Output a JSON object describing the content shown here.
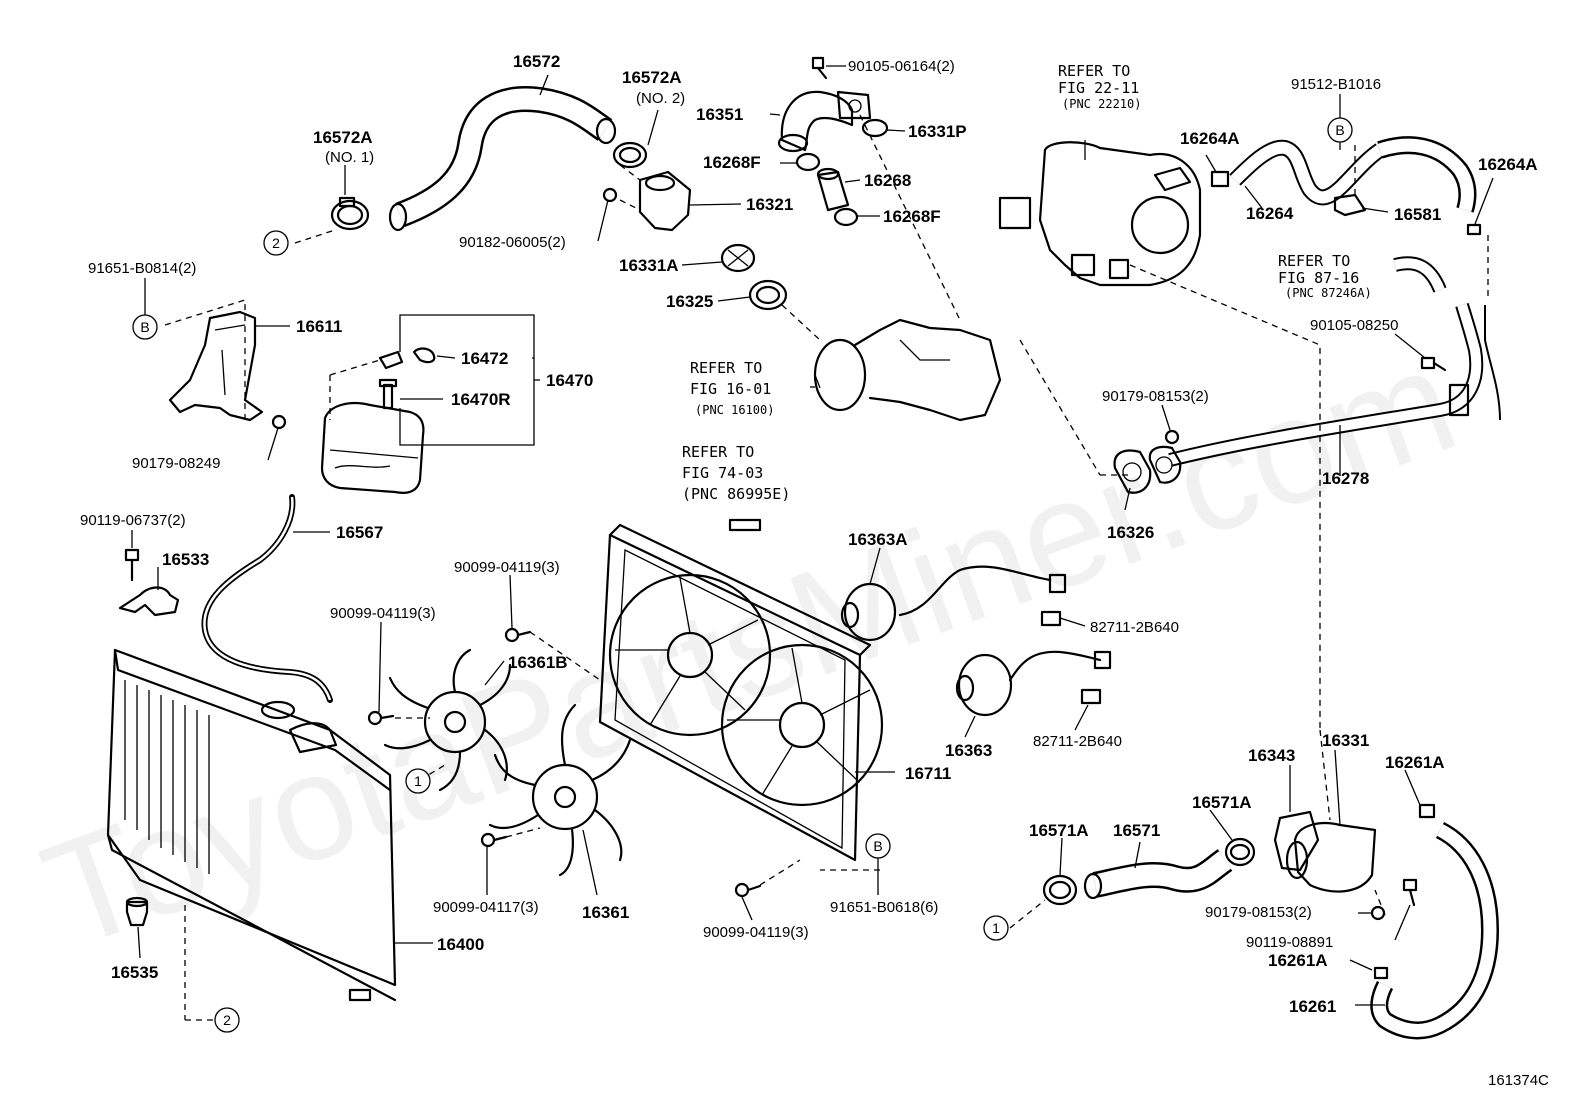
{
  "watermark": "ToyotaPartsMiner.com",
  "figure_id": "161374C",
  "callouts": {
    "one": "1",
    "two": "2",
    "b": "B"
  },
  "labels": {
    "p16572": "16572",
    "p16572A_a": "16572A",
    "no2": "(NO. 2)",
    "p16572A_b": "16572A",
    "no1": "(NO. 1)",
    "p90105_06164": "90105-06164(2)",
    "p16351": "16351",
    "p16331P": "16331P",
    "p16268F_a": "16268F",
    "p16268": "16268",
    "p16268F_b": "16268F",
    "p16321": "16321",
    "p90182_06005": "90182-06005(2)",
    "p16331A": "16331A",
    "p16325": "16325",
    "p91651_B0814": "91651-B0814(2)",
    "p16611": "16611",
    "p16472": "16472",
    "p16470R": "16470R",
    "p16470": "16470",
    "p90179_08249": "90179-08249",
    "p90119_06737": "90119-06737(2)",
    "p16533": "16533",
    "p16567": "16567",
    "p90099_04119_a": "90099-04119(3)",
    "p90099_04119_b": "90099-04119(3)",
    "p16361B": "16361B",
    "p16363A": "16363A",
    "p82711_a": "82711-2B640",
    "p16363": "16363",
    "p82711_b": "82711-2B640",
    "p16711": "16711",
    "p16361": "16361",
    "p90099_04117": "90099-04117(3)",
    "p91651_B0618": "91651-B0618(6)",
    "p90099_04119_c": "90099-04119(3)",
    "p16400": "16400",
    "p16535": "16535",
    "p16264A_a": "16264A",
    "p91512_B1016": "91512-B1016",
    "p16264A_b": "16264A",
    "p16264": "16264",
    "p16581": "16581",
    "p90105_08250": "90105-08250",
    "p90179_08153_a": "90179-08153(2)",
    "p16278": "16278",
    "p16326": "16326",
    "p16343": "16343",
    "p16331": "16331",
    "p16261A_a": "16261A",
    "p16571A_a": "16571A",
    "p16571A_b": "16571A",
    "p16571": "16571",
    "p90179_08153_b": "90179-08153(2)",
    "p90119_08891": "90119-08891",
    "p16261A_b": "16261A",
    "p16261": "16261"
  },
  "references": {
    "fig2211": {
      "l1": "REFER TO",
      "l2": "FIG 22-11",
      "l3": "(PNC 22210)"
    },
    "fig1601": {
      "l1": "REFER TO",
      "l2": "FIG 16-01",
      "l3": "(PNC 16100)"
    },
    "fig7403": {
      "l1": "REFER TO",
      "l2": "FIG 74-03",
      "l3": "(PNC 86995E)"
    },
    "fig8716": {
      "l1": "REFER TO",
      "l2": "FIG 87-16",
      "l3": "(PNC 87246A)"
    }
  }
}
